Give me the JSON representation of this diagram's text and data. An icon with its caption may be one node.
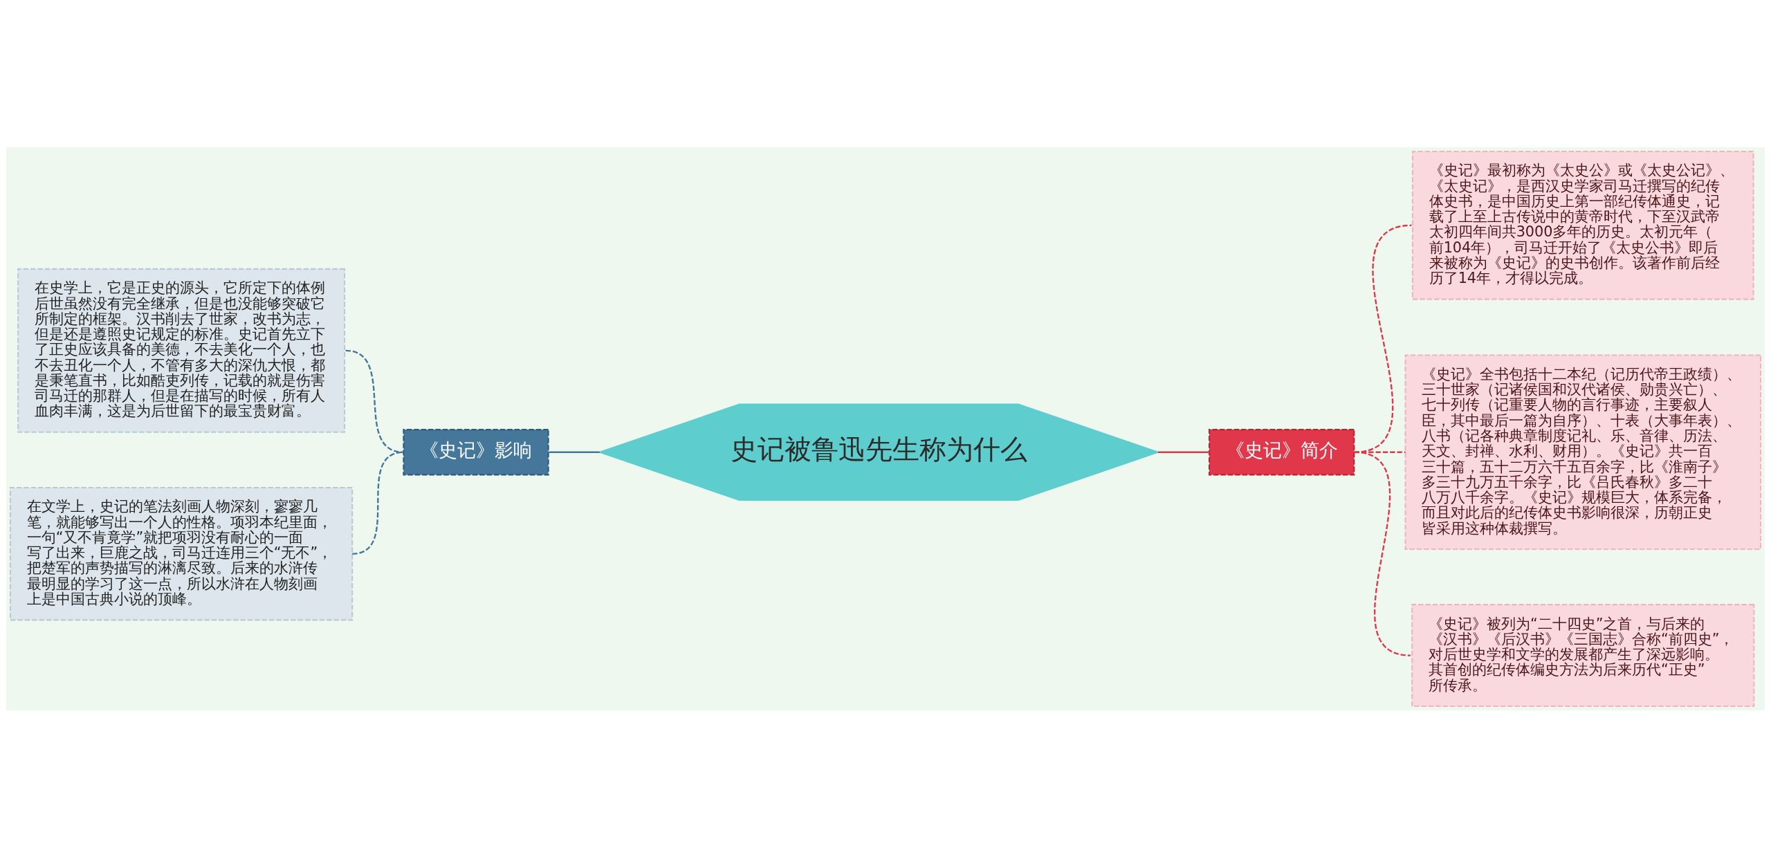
{
  "diagram": {
    "nodes": [
      {
        "text": [
          "史记被鲁迅先生称为什么"
        ]
      },
      {
        "text": [
          "《史记》影响"
        ]
      },
      {
        "text": [
          "在史学上，它是正史的源头，它所定下的体例后世虽然没有完全继承，但是也没能够突破它所制定的框架。汉书削去了世家，改书为志，但是还是遵照史记规定的标准。史记首先立下了正史应该具备的美德，不去美化一个人，也不去丑化一个人，不管有多大的深仇大恨，都是秉笔直书，比如酷吏列传，记载的就是伤害司马迁的那群人，但是在描写的时候，所有人血肉丰满，这是为后世留下的最宝贵财富。"
        ]
      },
      {
        "text": [
          "在文学上，史记的笔法刻画人物深刻，寥寥几笔，就能够写出一个人的性格。项羽本纪里面，一句“又不肯竟学”就把项羽没有耐心的一面写了出来，巨鹿之战，司马迁连用三个“无不”，把楚军的声势描写的淋漓尽致。后来的水浒传最明显的学习了这一点，所以水浒在人物刻画上是中国古典小说的顶峰。"
        ]
      },
      {
        "text": [
          "《史记》简介"
        ]
      },
      {
        "text": [
          "《史记》最初称为《太史公》或《太史公记》、《太史记》，是西汉史学家司马迁撰写的纪传体史书，是中国历史上第一部纪传体通史，记载了上至上古传说中的黄帝时代，下至汉武帝太初四年间共3000多年的历史。太初元年（前104年），司马迁开始了《太史公书》即后来被称为《史记》的史书创作。该著作前后经历了14年，才得以完成。"
        ]
      },
      {
        "text": [
          "《史记》全书包括十二本纪（记历代帝王政绩）、三十世家（记诸侯国和汉代诸侯、勋贵兴亡）、七十列传（记重要人物的言行事迹，主要叙人臣，其中最后一篇为自序）、十表（大事年表）、八书（记各种典章制度记礼、乐、音律、历法、天文、封禅、水利、财用）。《史记》共一百三十篇，五十二万六千五百余字，比《淮南子》多三十九万五千余字，比《吕氏春秋》多二十八万八千余字。《史记》规模巨大，体系完备，而且对此后的纪传体史书影响很深，历朝正史皆采用这种体裁撰写。"
        ]
      },
      {
        "text": [
          "《史记》被列为“二十四史”之首，与后来的《汉书》《后汉书》《三国志》合称“前四史”，对后世史学和文学的发展都产生了深远影响。其首创的纪传体编史方法为后来历代“正史”所传承。"
        ]
      }
    ],
    "edges": [
      {
        "from": 2,
        "to": 1,
        "arrow": "none",
        "style": "dashed",
        "color": "#44779a"
      },
      {
        "from": 3,
        "to": 1,
        "arrow": "none",
        "style": "dashed",
        "color": "#44779a"
      },
      {
        "from": 1,
        "to": 0,
        "arrow": "none",
        "color": "#44779a"
      },
      {
        "from": 0,
        "to": 4,
        "arrow": "none",
        "color": "#e0384a"
      },
      {
        "from": 4,
        "to": 5,
        "arrow": "none",
        "style": "dashed",
        "color": "#e0384a"
      },
      {
        "from": 4,
        "to": 6,
        "arrow": "none",
        "style": "dashed",
        "color": "#e0384a"
      },
      {
        "from": 4,
        "to": 7,
        "arrow": "none",
        "style": "dashed",
        "color": "#e0384a"
      }
    ]
  }
}
